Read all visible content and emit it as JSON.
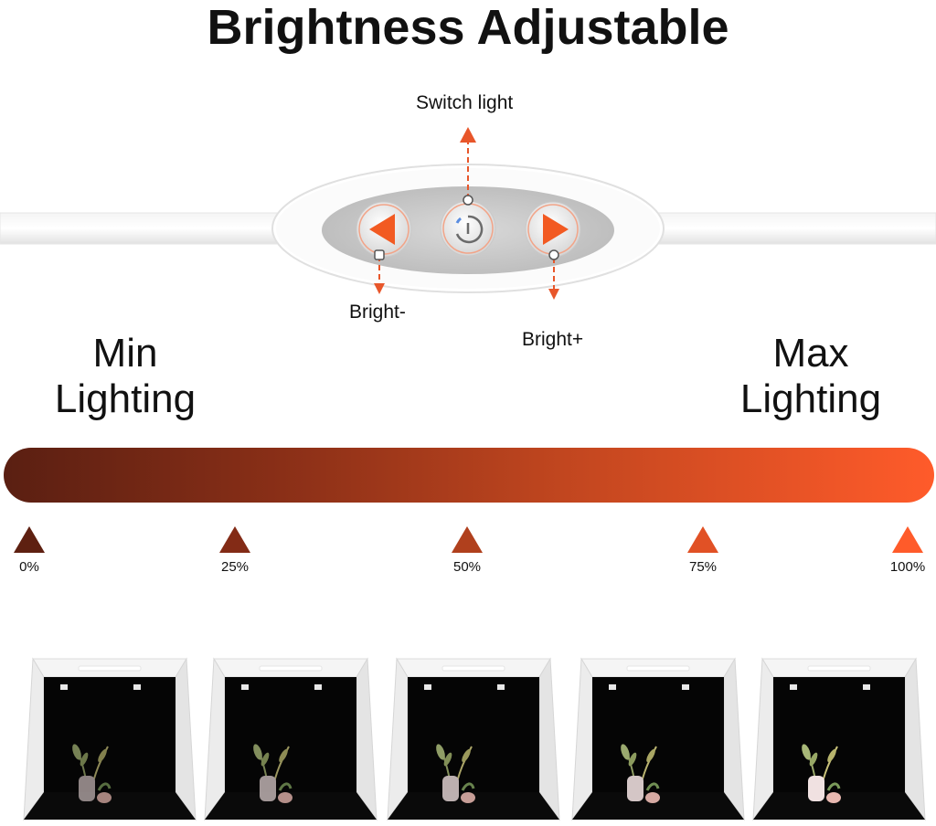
{
  "title": "Brightness Adjustable",
  "controller": {
    "switch_label": "Switch light",
    "minus_label": "Bright-",
    "plus_label": "Bright+",
    "left_icon": "triangle-left-icon",
    "center_icon": "power-icon",
    "right_icon": "triangle-right-icon"
  },
  "range": {
    "min_line1": "Min",
    "min_line2": "Lighting",
    "max_line1": "Max",
    "max_line2": "Lighting"
  },
  "ticks": [
    {
      "label": "0%",
      "color": "#5e2011"
    },
    {
      "label": "25%",
      "color": "#832b16"
    },
    {
      "label": "50%",
      "color": "#b0401d"
    },
    {
      "label": "75%",
      "color": "#e15125"
    },
    {
      "label": "100%",
      "color": "#ff5b2a"
    }
  ],
  "colors": {
    "accent": "#ff5b2a",
    "bar_start": "#5a1f12",
    "bar_end": "#ff5b2a",
    "arrow": "#e8562a"
  },
  "boxes": [
    {
      "name": "box-0-percent"
    },
    {
      "name": "box-25-percent"
    },
    {
      "name": "box-50-percent"
    },
    {
      "name": "box-75-percent"
    },
    {
      "name": "box-100-percent"
    }
  ]
}
